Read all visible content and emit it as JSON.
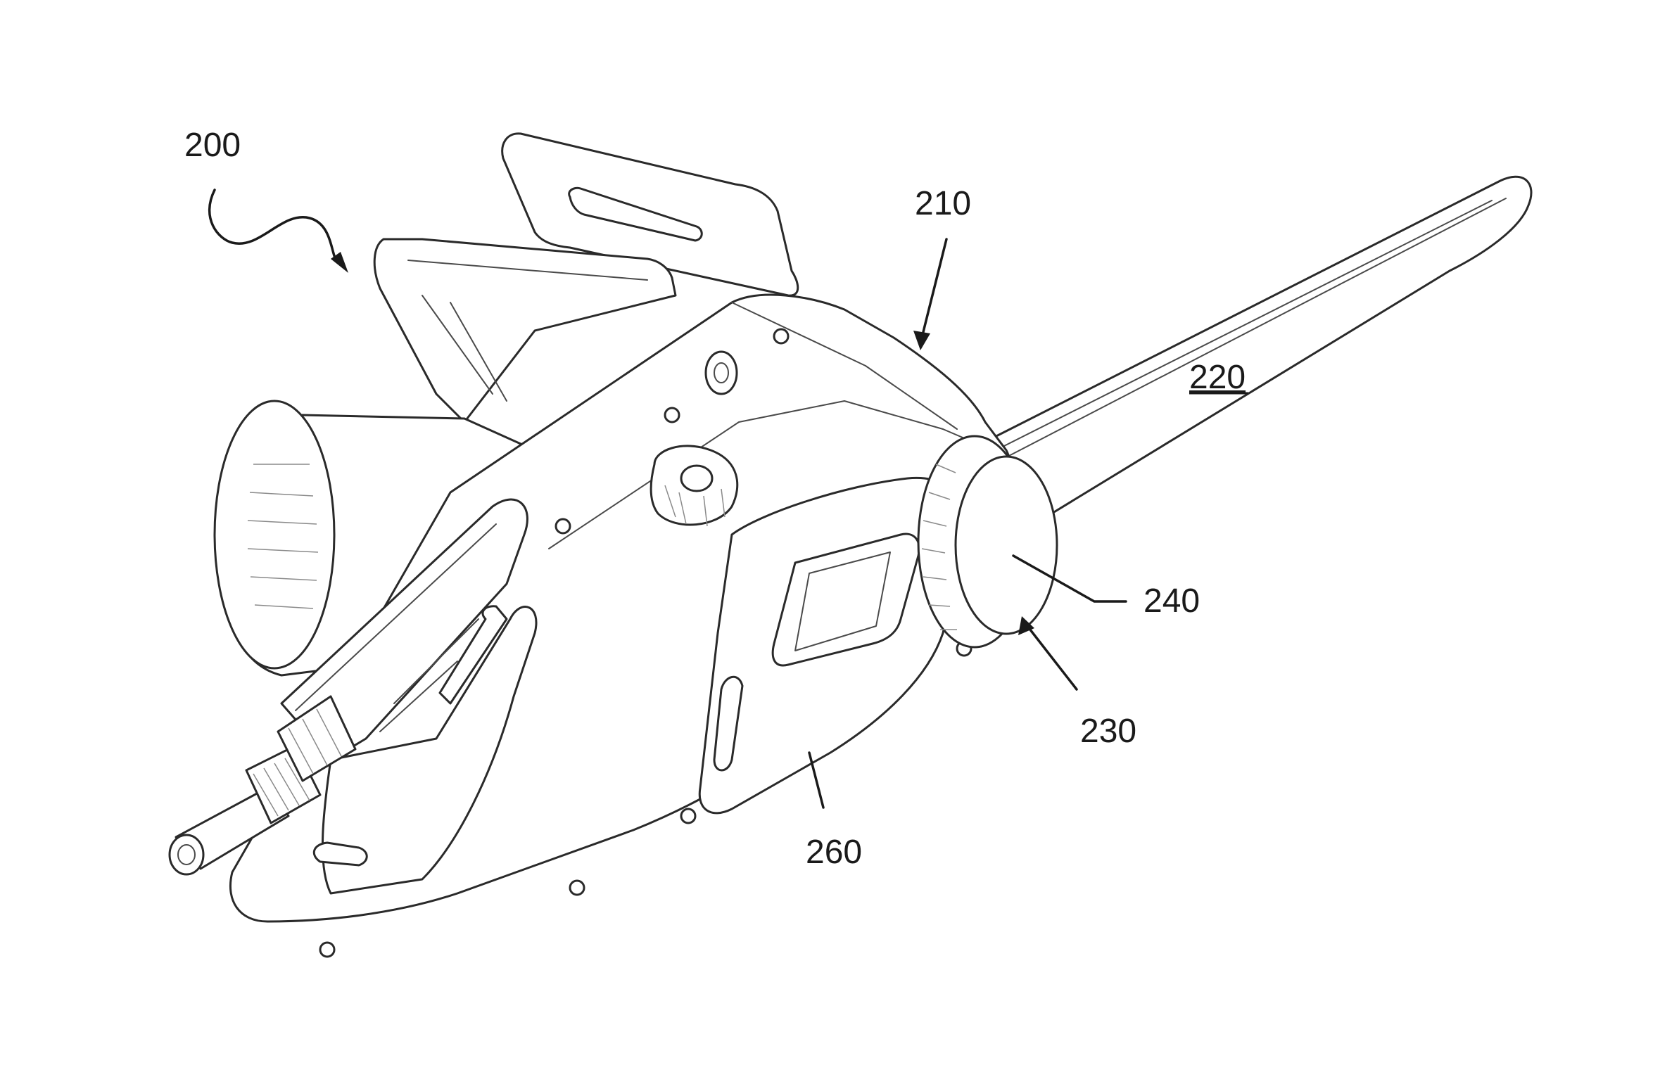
{
  "figure": {
    "labels": {
      "device": "200",
      "housing": "210",
      "guide_bar": "220",
      "tensioner": "230",
      "knob": "240",
      "side_cover": "260"
    }
  }
}
